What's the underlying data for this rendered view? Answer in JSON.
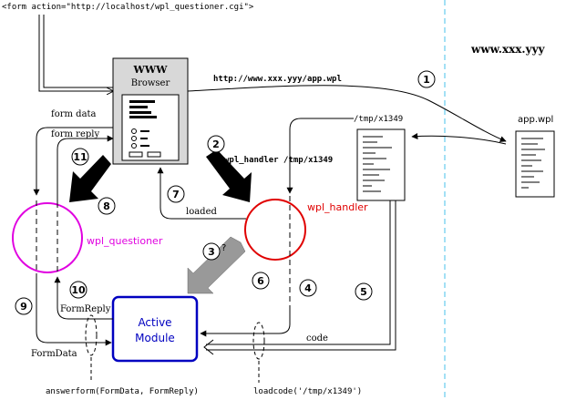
{
  "diagram": {
    "form_action": "<form action=\"http://localhost/wpl_questioner.cgi\">",
    "domain": "www.xxx.yyy",
    "app_url": "http://www.xxx.yyy/app.wpl",
    "browser_title": "WWW",
    "browser_subtitle": "Browser",
    "app_file": "app.wpl",
    "tmp_file": "/tmp/x1349",
    "handler_command": "wpl_handler /tmp/x1349",
    "form_data": "form data",
    "form_reply": "form reply",
    "loaded": "loaded",
    "wpl_handler": "wpl_handler",
    "wpl_questioner": "wpl_questioner",
    "active_module_line1": "Active",
    "active_module_line2": "Module",
    "form_reply_param": "FormReply",
    "form_data_param": "FormData",
    "code": "code",
    "answerform": "answerform(FormData, FormReply)",
    "loadcode": "loadcode('/tmp/x1349')",
    "step_question_mark": "?",
    "steps": [
      "1",
      "2",
      "3",
      "4",
      "5",
      "6",
      "7",
      "8",
      "9",
      "10",
      "11"
    ],
    "colors": {
      "questioner": "#e000e0",
      "handler": "#e00000",
      "module": "#0000c0",
      "separator": "#66ccee",
      "browser_fill": "#d8d8d8",
      "arrow_gray": "#999999"
    }
  }
}
